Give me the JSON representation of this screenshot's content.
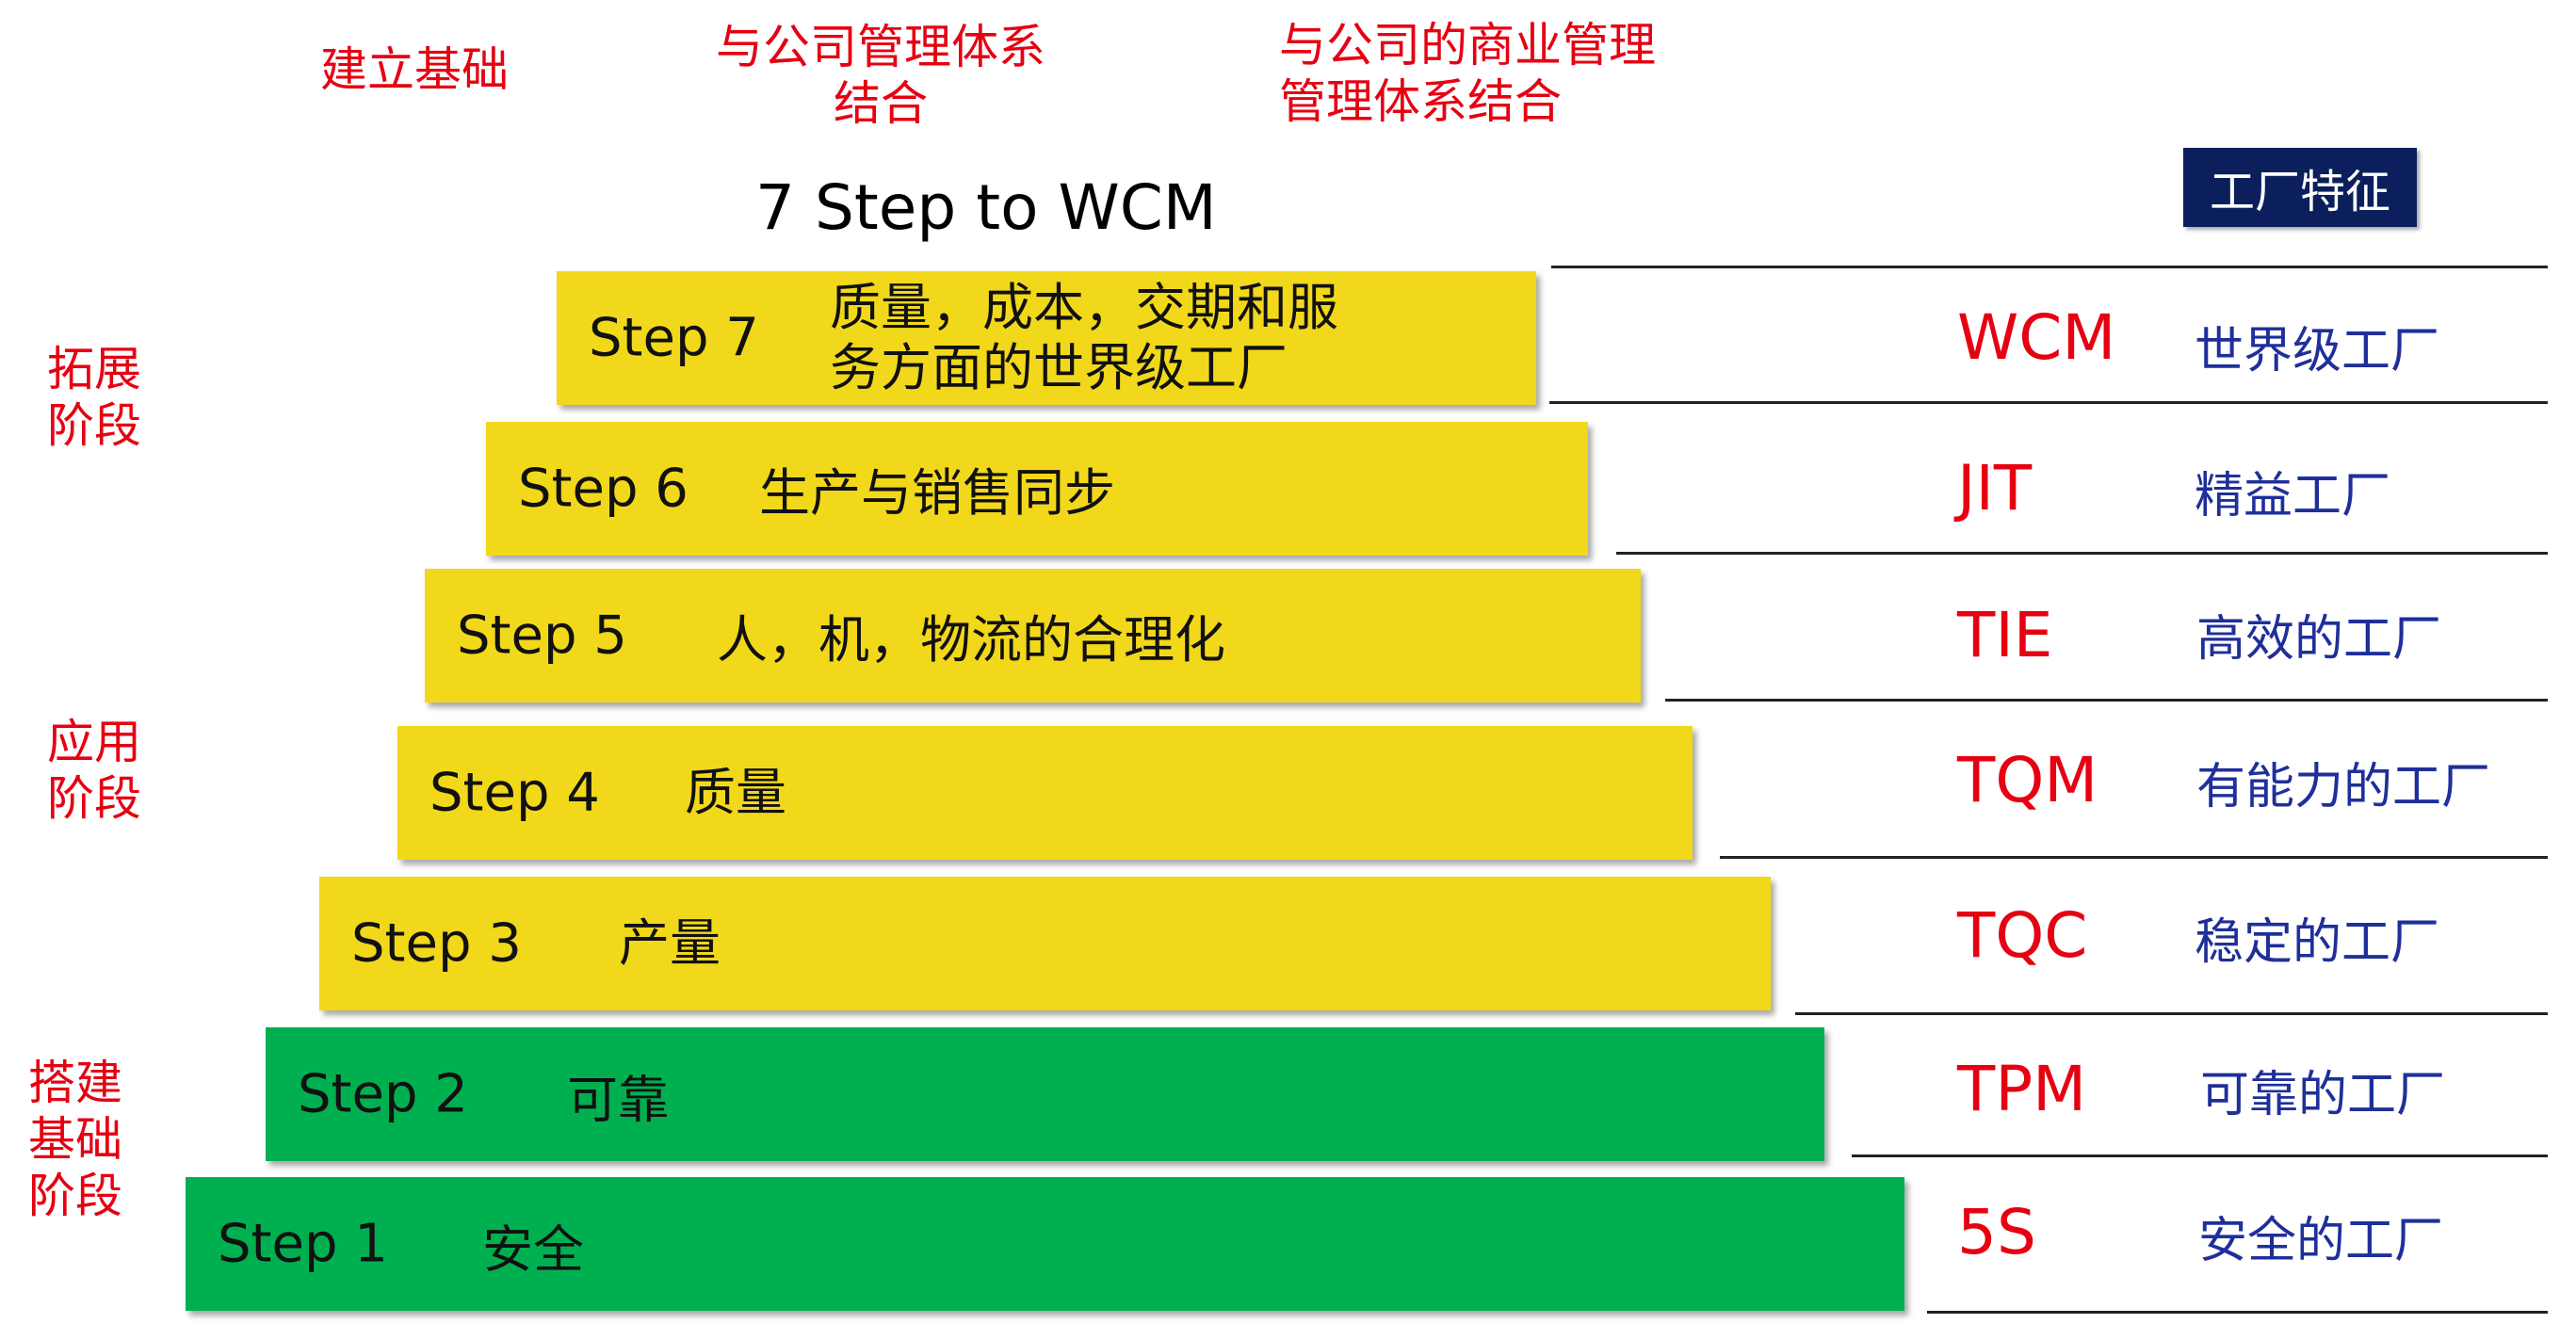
{
  "top_labels": {
    "foundation": "建立基础",
    "integrate_mgmt": [
      "与公司管理体系",
      "结合"
    ],
    "integrate_business": [
      "与公司的商业管理",
      "管理体系结合"
    ]
  },
  "title": "7 Step to WCM",
  "feature_header": "工厂特征",
  "phases": {
    "expand": [
      "拓展",
      "阶段"
    ],
    "apply": [
      "应用",
      "阶段"
    ],
    "build": [
      "搭建",
      "基础",
      "阶段"
    ]
  },
  "colors": {
    "yellow": "#f2d81a",
    "green": "#00b050",
    "red_text": "#e60012",
    "blue_text": "#1f2f9a",
    "header_bg": "#0b1f5c"
  },
  "steps": [
    {
      "label": "Step 7",
      "desc": [
        "质量，成本，交期和服",
        "务方面的世界级工厂"
      ],
      "abbr": "WCM",
      "feature": "世界级工厂",
      "color": "yellow"
    },
    {
      "label": "Step 6",
      "desc": [
        "生产与销售同步"
      ],
      "abbr": "JIT",
      "feature": "精益工厂",
      "color": "yellow"
    },
    {
      "label": "Step 5",
      "desc": [
        "人，机，物流的合理化"
      ],
      "abbr": "TIE",
      "feature": "高效的工厂",
      "color": "yellow"
    },
    {
      "label": "Step 4",
      "desc": [
        "质量"
      ],
      "abbr": "TQM",
      "feature": "有能力的工厂",
      "color": "yellow"
    },
    {
      "label": "Step 3",
      "desc": [
        "产量"
      ],
      "abbr": "TQC",
      "feature": "稳定的工厂",
      "color": "yellow"
    },
    {
      "label": "Step 2",
      "desc": [
        "可靠"
      ],
      "abbr": "TPM",
      "feature": "可靠的工厂",
      "color": "green"
    },
    {
      "label": "Step 1",
      "desc": [
        "安全"
      ],
      "abbr": "5S",
      "feature": "安全的工厂",
      "color": "green"
    }
  ]
}
